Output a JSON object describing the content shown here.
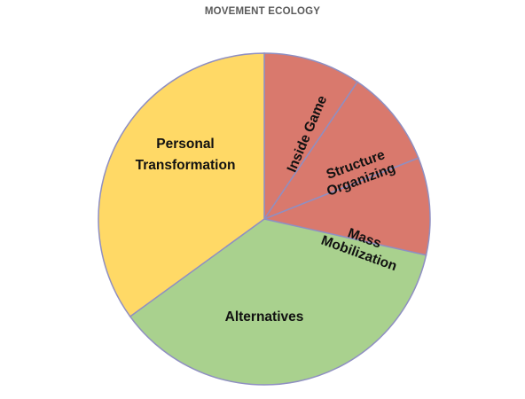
{
  "chart_data": {
    "type": "pie",
    "title": "MOVEMENT ECOLOGY",
    "slices": [
      {
        "label": "Inside Game",
        "value": 9.5,
        "color": "#d9796d"
      },
      {
        "label": "Structure Organizing",
        "value": 9.5,
        "color": "#d9796d"
      },
      {
        "label": "Mass Mobilization",
        "value": 9.5,
        "color": "#d9796d"
      },
      {
        "label": "Alternatives",
        "value": 36.5,
        "color": "#a9d18e"
      },
      {
        "label": "Personal Transformation",
        "value": 35,
        "color": "#ffd966"
      }
    ],
    "start_angle_deg": 0,
    "direction": "clockwise",
    "slice_border_color": "#8f8fc2",
    "legend": "none"
  }
}
